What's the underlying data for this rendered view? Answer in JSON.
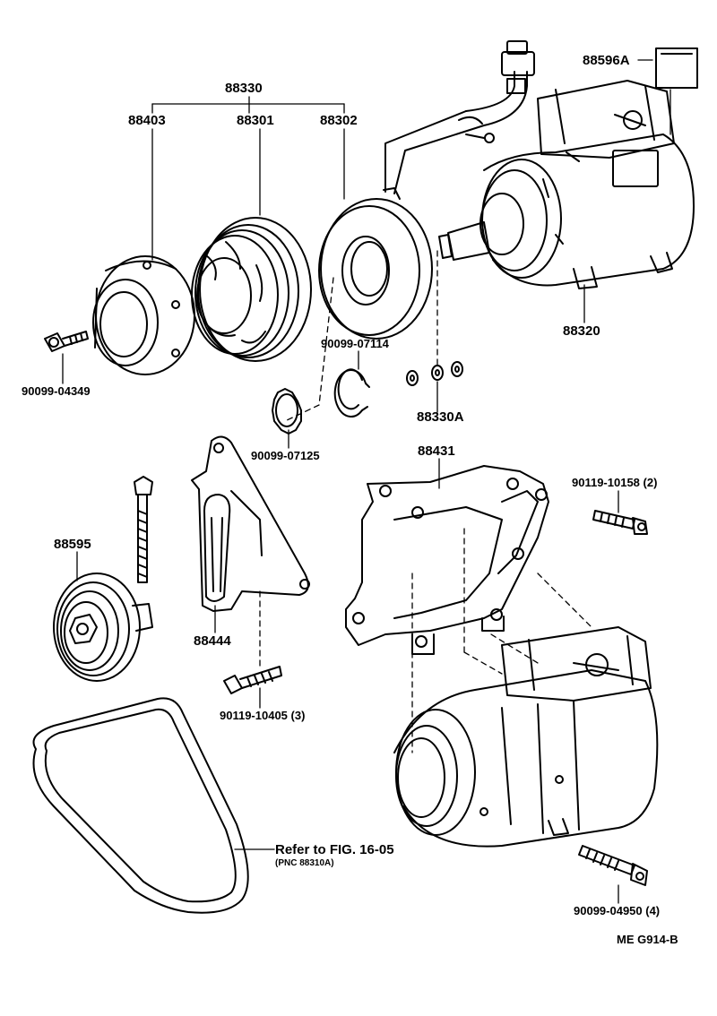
{
  "labels": {
    "p88330": "88330",
    "p88403": "88403",
    "p88301": "88301",
    "p88302": "88302",
    "p88596A": "88596A",
    "p88320": "88320",
    "p90099_04349": "90099-04349",
    "p90099_07114": "90099-07114",
    "p88330A": "88330A",
    "p90099_07125": "90099-07125",
    "p88431": "88431",
    "p90119_10158": "90119-10158 (2)",
    "p88595": "88595",
    "p88444": "88444",
    "p90119_10405": "90119-10405 (3)",
    "refer_fig": "Refer to FIG. 16-05",
    "refer_pnc": "(PNC 88310A)",
    "p90099_04950": "90099-04950 (4)",
    "diagram_code": "ME  G914-B"
  },
  "colors": {
    "ink": "#000000",
    "paper": "#ffffff"
  }
}
